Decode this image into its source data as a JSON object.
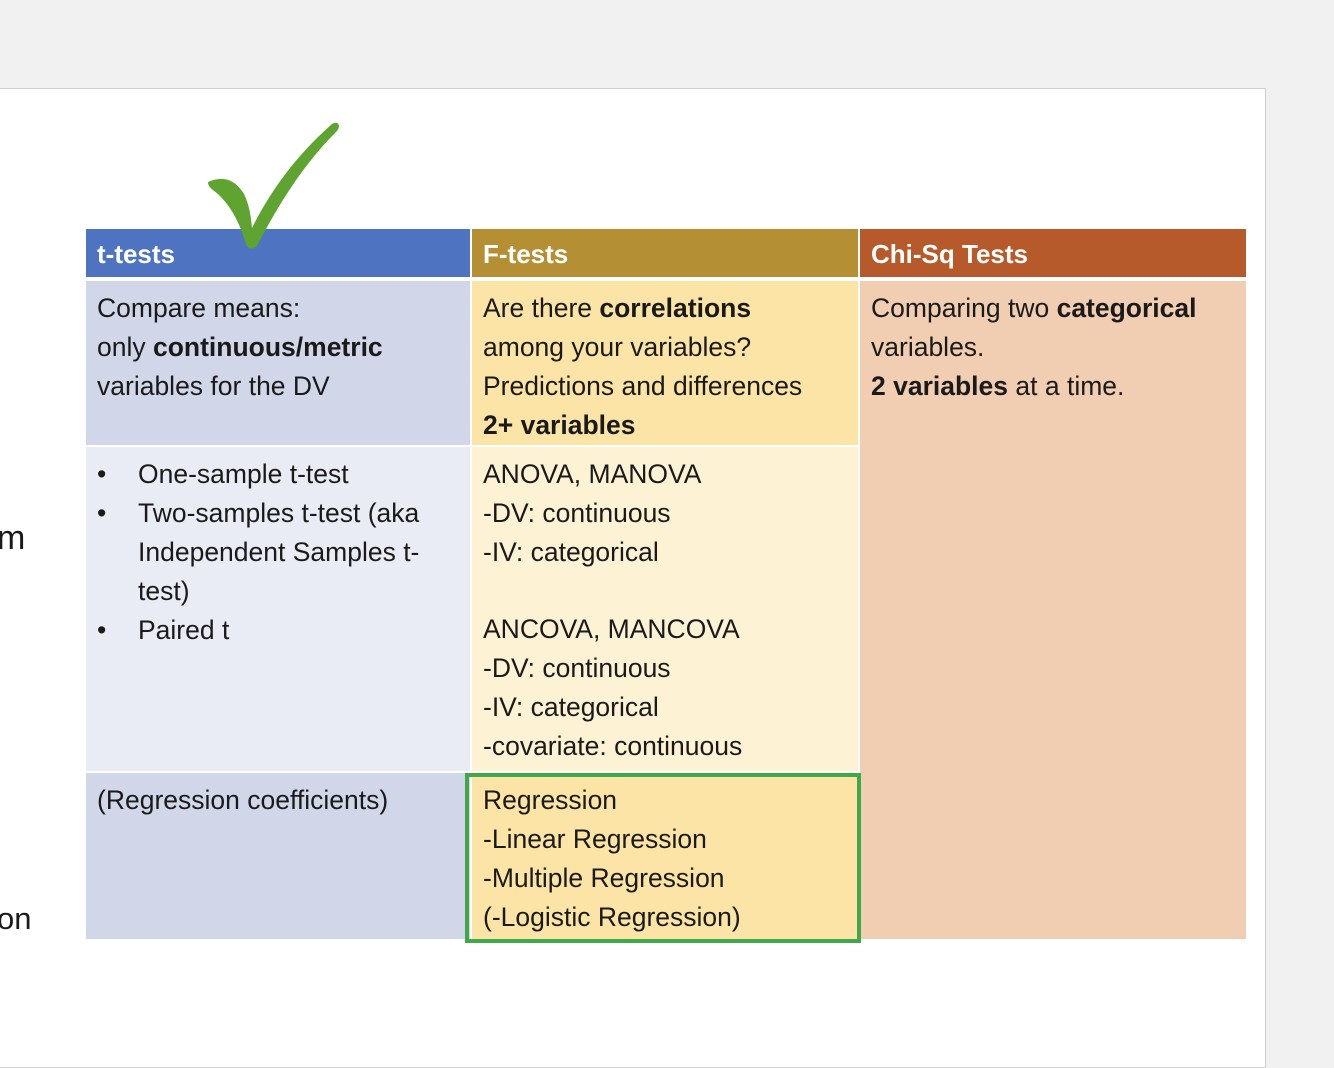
{
  "side_fragments": [
    "m",
    "on"
  ],
  "icons": {
    "check": "checkmark-icon",
    "check_color": "#5fa330"
  },
  "headers": {
    "t": "t-tests",
    "f": "F-tests",
    "c": "Chi-Sq Tests"
  },
  "t_col": {
    "r1": {
      "l1": "Compare means:",
      "l2a": "only ",
      "l2b": "continuous/metric",
      "l3": "variables for the DV"
    },
    "r2": {
      "items": [
        [
          "One-sample t-test"
        ],
        [
          "Two-samples t-test (aka",
          "Independent Samples t-",
          "test)"
        ],
        [
          "Paired t"
        ]
      ]
    },
    "r3": {
      "l1": "(Regression coefficients)"
    }
  },
  "f_col": {
    "r1": {
      "l1a": "Are there ",
      "l1b": "correlations",
      "l2": "among your variables?",
      "l3": "Predictions and differences",
      "l4": "2+ variables"
    },
    "r2": {
      "block1": [
        "ANOVA, MANOVA",
        "-DV: continuous",
        "-IV: categorical"
      ],
      "block2": [
        "ANCOVA, MANCOVA",
        "-DV: continuous",
        "-IV: categorical",
        "-covariate: continuous"
      ]
    },
    "r3": [
      "Regression",
      "-Linear Regression",
      "-Multiple Regression",
      "(-Logistic Regression)"
    ]
  },
  "c_col": {
    "l1a": "Comparing two ",
    "l1b": "categorical",
    "l2": "variables.",
    "l3a": "2 variables",
    "l3b": " at a time."
  }
}
